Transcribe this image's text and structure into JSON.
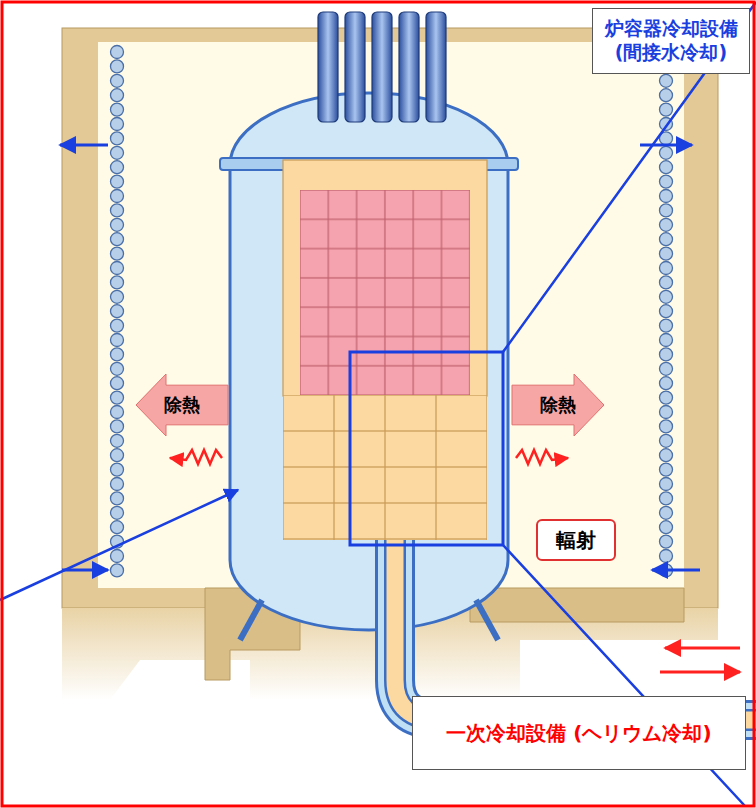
{
  "diagram": {
    "nodes": [
      {
        "text": [
          "炉容器冷却設備 (間接水冷却)"
        ]
      },
      {
        "text": [
          "除熱"
        ]
      },
      {
        "text": [
          "除熱"
        ]
      },
      {
        "text": [
          "輻射"
        ]
      },
      {
        "text": [
          "一次冷却設備 (ヘリウム冷却)"
        ]
      }
    ]
  }
}
